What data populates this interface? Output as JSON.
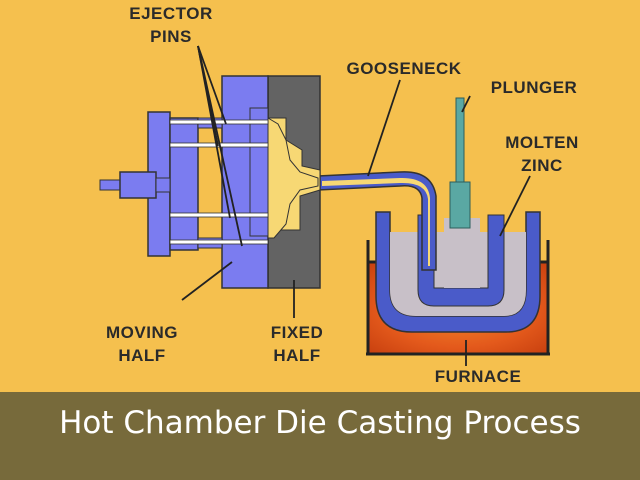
{
  "labels": {
    "ejector_pins_1": "EJECTOR",
    "ejector_pins_2": "PINS",
    "gooseneck": "GOOSENECK",
    "plunger": "PLUNGER",
    "molten_zinc_1": "MOLTEN",
    "molten_zinc_2": "ZINC",
    "moving_half_1": "MOVING",
    "moving_half_2": "HALF",
    "fixed_half_1": "FIXED",
    "fixed_half_2": "HALF",
    "furnace": "FURNACE"
  },
  "caption": "Hot Chamber Die Casting Process",
  "colors": {
    "background": "#f5c04e",
    "die_blue": "#7b7cf0",
    "fixed_die": "#636363",
    "metal_yellow": "#f7d874",
    "pot_blue": "#4a5bc9",
    "zinc": "#c8c0c8",
    "plunger": "#5aa8a3",
    "furnace": "#e45a1c",
    "caption_bar": "#776a3b"
  }
}
